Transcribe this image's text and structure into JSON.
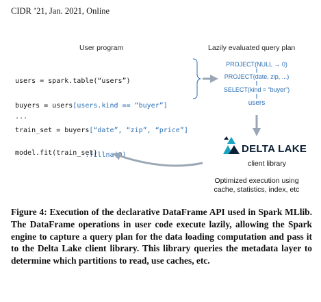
{
  "header": {
    "venue": "CIDR ’21, Jan. 2021, Online"
  },
  "diagram": {
    "user_program_title": "User program",
    "query_plan_title": "Lazily evaluated query plan",
    "code_lines": [
      {
        "plain": "users = spark.table(“users”)",
        "hl": ""
      },
      {
        "plain": "buyers = users",
        "hl": "[users.kind == “buyer”]"
      },
      {
        "plain": "train_set = buyers",
        "hl": "[“date”, “zip”, “price”]"
      },
      {
        "plain": "                 ",
        "hl": ".fillna(0)"
      }
    ],
    "ellipsis": "...",
    "fit_line": "model.fit(train_set)",
    "plan_nodes": [
      "PROJECT(NULL → 0)",
      "PROJECT(date, zip, ...)",
      "SELECT(kind = “buyer”)",
      "users"
    ],
    "logo_text": "DELTA LAKE",
    "library_label": "client library",
    "execution_note_line1": "Optimized execution using",
    "execution_note_line2": "cache, statistics, index, etc",
    "colors": {
      "accent": "#2a6db3",
      "arrow": "#9aa6b5",
      "logo_dark": "#0b1f35",
      "logo_teal": "#19a3c3"
    }
  },
  "caption": {
    "label": "Figure 4:",
    "text": "Execution of the declarative DataFrame API used in Spark MLlib. The DataFrame operations in user code execute lazily, allowing the Spark engine to capture a query plan for the data loading computation and pass it to the Delta Lake client library. This library queries the metadata layer to determine which partitions to read, use caches, etc."
  }
}
